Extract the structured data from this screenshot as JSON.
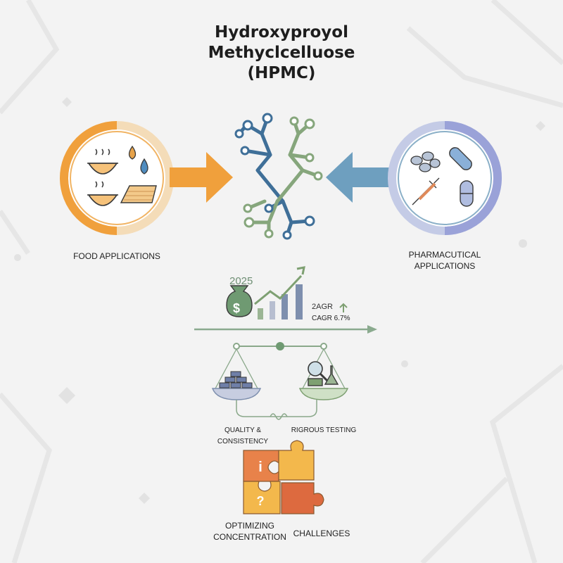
{
  "title": {
    "line1": "Hydroxyproyol",
    "line2": "Methyclcelluose",
    "line3": "(HPMC)"
  },
  "food": {
    "label": "FOOD APPLICATIONS"
  },
  "pharma": {
    "line1": "PHARMACUTICAL",
    "line2": "APPLICATIONS"
  },
  "market": {
    "year": "2025",
    "agr_label": "2AGR",
    "cagr_label": "CAGR 6.7%",
    "money_symbol": "$"
  },
  "balance": {
    "left_label": "QUALITY & CONSISTENCY",
    "right_label": "RIGROUS TESTING"
  },
  "puzzle": {
    "info_symbol": "i",
    "question_symbol": "?",
    "left_line1": "OPTIMIZING",
    "left_line2": "CONCENTRATION",
    "right_label": "CHALLENGES"
  },
  "colors": {
    "food_orange": "#f0a03c",
    "pharma_blue": "#6e9fbf",
    "molecule_blue": "#3f6f98",
    "molecule_green": "#86a67c",
    "puzzle_orange": "#e8824a",
    "puzzle_yellow": "#f3b84c",
    "puzzle_red": "#dd6a3f"
  },
  "icons": [
    "soup-bowl-icon",
    "water-drop-icon",
    "bread-icon",
    "pill-icon",
    "capsule-icon",
    "syringe-icon",
    "money-bag-icon",
    "growth-chart-icon",
    "balance-scale-icon",
    "magnifier-icon",
    "flask-icon",
    "puzzle-icon"
  ]
}
